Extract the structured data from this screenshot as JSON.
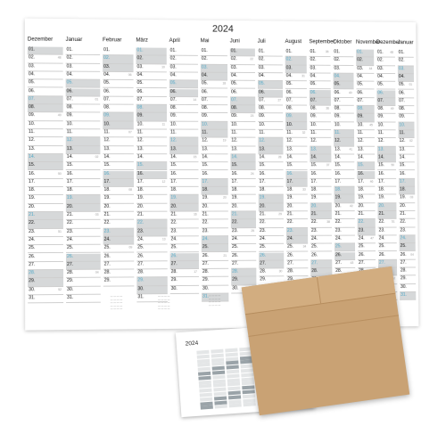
{
  "poster": {
    "year": "2024",
    "months": [
      {
        "name": "Dezember",
        "days": 31,
        "week_nums": [
          "48",
          "49",
          "50",
          "51",
          "52"
        ]
      },
      {
        "name": "Januar",
        "days": 31,
        "week_nums": [
          "01",
          "02",
          "03",
          "04",
          "05"
        ]
      },
      {
        "name": "Februar",
        "days": 29,
        "week_nums": [
          "06",
          "07",
          "08",
          "09"
        ]
      },
      {
        "name": "März",
        "days": 31,
        "week_nums": [
          "10",
          "11",
          "12",
          "13"
        ]
      },
      {
        "name": "April",
        "days": 30,
        "week_nums": [
          "14",
          "15",
          "16",
          "17",
          "18"
        ]
      },
      {
        "name": "Mai",
        "days": 31,
        "week_nums": [
          "18",
          "19",
          "20",
          "21",
          "22"
        ]
      },
      {
        "name": "Juni",
        "days": 30,
        "week_nums": [
          "22",
          "23",
          "24",
          "25",
          "26"
        ]
      },
      {
        "name": "Juli",
        "days": 31,
        "week_nums": [
          "27",
          "28",
          "29",
          "30",
          "31"
        ]
      },
      {
        "name": "August",
        "days": 31,
        "week_nums": [
          "31",
          "32",
          "33",
          "34",
          "35"
        ]
      },
      {
        "name": "September",
        "days": 30,
        "week_nums": [
          "35",
          "36",
          "37",
          "38",
          "39"
        ]
      },
      {
        "name": "Oktober",
        "days": 31,
        "week_nums": [
          "40",
          "41",
          "42",
          "43",
          "44"
        ]
      },
      {
        "name": "November",
        "days": 30,
        "week_nums": [
          "44",
          "45",
          "46",
          "47",
          "48"
        ]
      },
      {
        "name": "Dezember",
        "days": 31,
        "week_nums": [
          "48",
          "49",
          "50",
          "51",
          "52"
        ]
      },
      {
        "name": "Januar",
        "days": 31,
        "week_nums": [
          "01",
          "02",
          "03",
          "04",
          "05"
        ]
      }
    ],
    "weekend_fill": "#d6d8d9",
    "saturday_color": "#4aa6c6",
    "grid_color": "#cfcfcf"
  },
  "mini_calendar": {
    "year": "2024"
  },
  "envelope": {
    "color": "#c9a274"
  },
  "colors": {
    "background": "#ffffff",
    "text": "#111111",
    "accent": "#4aa6c6"
  }
}
